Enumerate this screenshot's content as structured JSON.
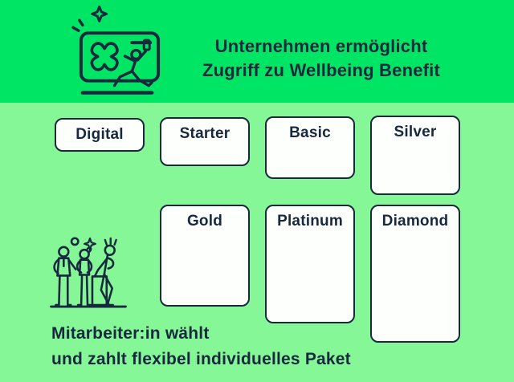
{
  "colors": {
    "banner_green": "#00E664",
    "body_green": "#86F797",
    "navy": "#17283F",
    "box_bg": "#FDFFFD"
  },
  "header": {
    "title_line1": "Unternehmen ermöglicht",
    "title_line2": "Zugriff zu Wellbeing Benefit"
  },
  "plans": [
    "Digital",
    "Starter",
    "Basic",
    "Silver",
    "Gold",
    "Platinum",
    "Diamond"
  ],
  "footer": {
    "caption_line1": "Mitarbeiter:in wählt",
    "caption_line2": "und zahlt flexibel individuelles Paket"
  },
  "icons": {
    "card_illustration": "membership-card-with-runner-icon",
    "people_illustration": "three-people-group-icon"
  }
}
